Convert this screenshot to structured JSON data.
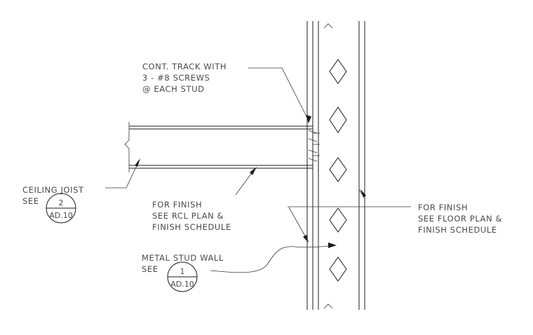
{
  "notes": {
    "track": [
      "CONT. TRACK WITH",
      "3 - #8 SCREWS",
      "@ EACH STUD"
    ],
    "ceiling_joist": "CEILING JOIST",
    "ceiling_see": "SEE",
    "finish_rcl": [
      "FOR FINISH",
      "SEE RCL PLAN &",
      "FINISH SCHEDULE"
    ],
    "finish_floor": [
      "FOR FINISH",
      "SEE FLOOR PLAN &",
      "FINISH SCHEDULE"
    ],
    "metal_stud": "METAL STUD WALL",
    "metal_see": "SEE"
  },
  "tags": {
    "ceiling": {
      "number": "2",
      "sheet": "AD.10"
    },
    "stud": {
      "number": "1",
      "sheet": "AD.10"
    }
  }
}
